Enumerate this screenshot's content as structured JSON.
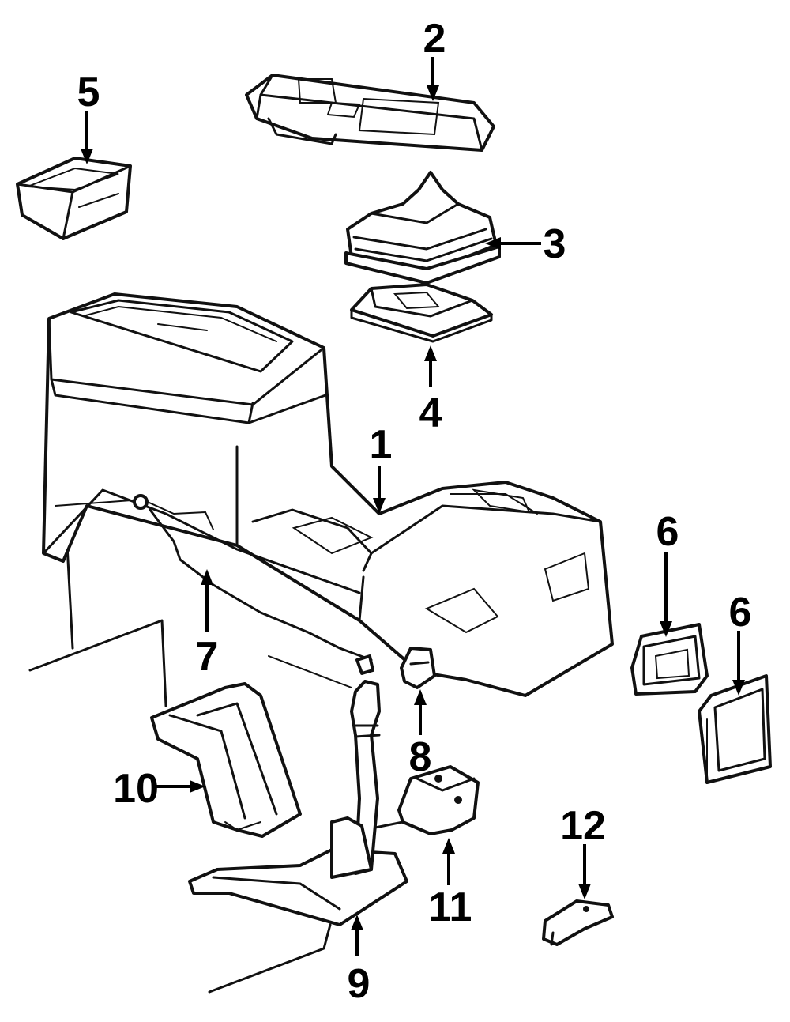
{
  "callouts": [
    {
      "id": "1",
      "label": "1"
    },
    {
      "id": "2",
      "label": "2"
    },
    {
      "id": "3",
      "label": "3"
    },
    {
      "id": "4",
      "label": "4"
    },
    {
      "id": "5",
      "label": "5"
    },
    {
      "id": "6a",
      "label": "6"
    },
    {
      "id": "6b",
      "label": "6"
    },
    {
      "id": "7",
      "label": "7"
    },
    {
      "id": "8",
      "label": "8"
    },
    {
      "id": "9",
      "label": "9"
    },
    {
      "id": "10",
      "label": "10"
    },
    {
      "id": "11",
      "label": "11"
    },
    {
      "id": "12",
      "label": "12"
    }
  ],
  "colors": {
    "line": "#111111",
    "background": "#ffffff"
  }
}
